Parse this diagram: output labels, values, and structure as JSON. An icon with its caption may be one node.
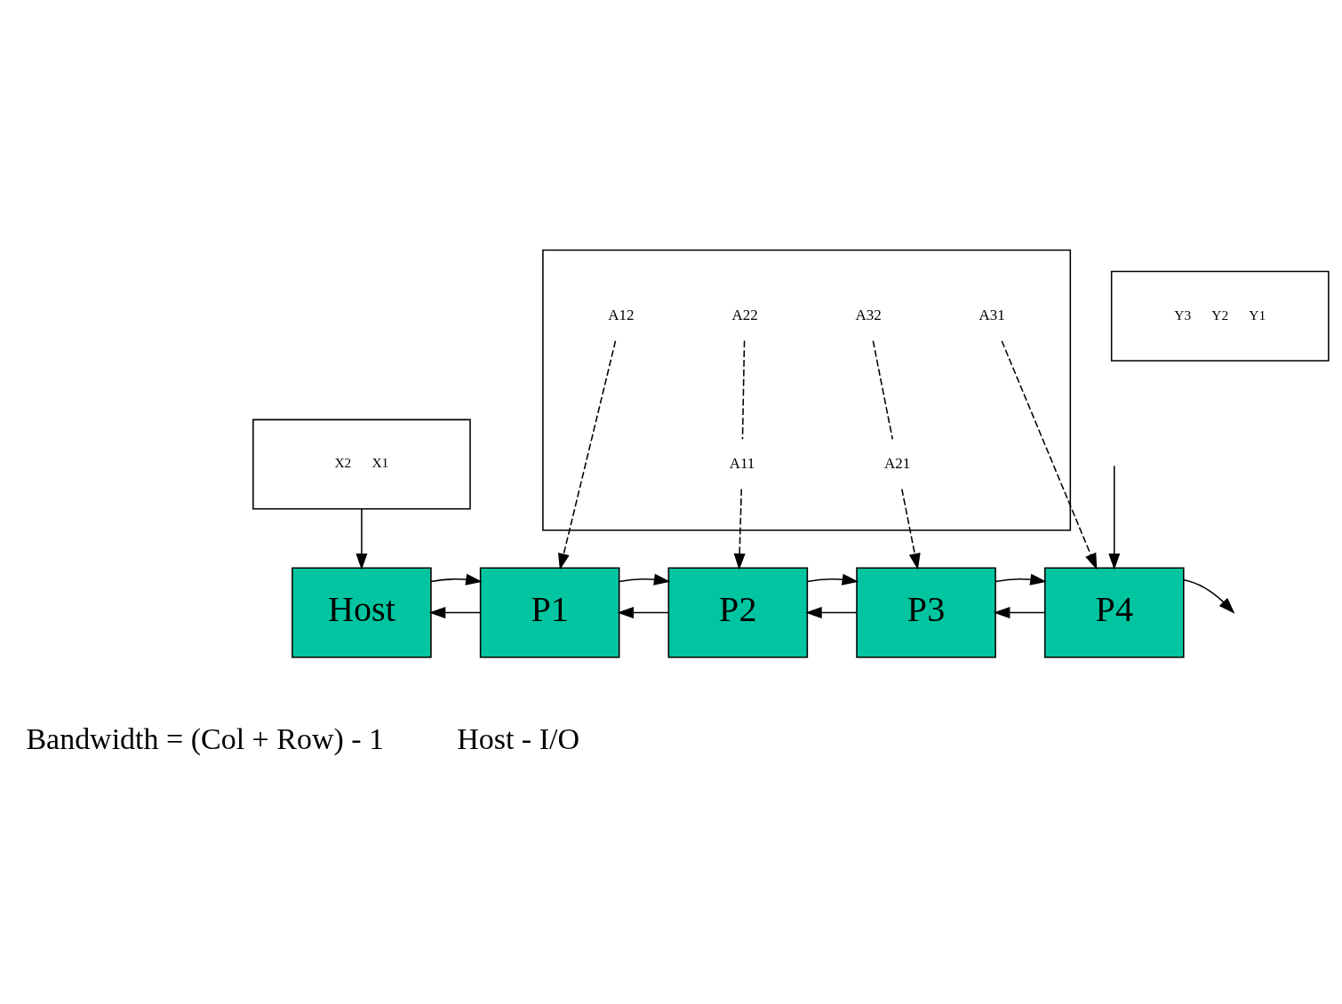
{
  "diagram": {
    "nodes": [
      {
        "text": [],
        "shape": "box"
      },
      {
        "text": [
          "A12"
        ],
        "in": 0
      },
      {
        "text": [
          "A22"
        ],
        "in": 0
      },
      {
        "text": [
          "A11"
        ],
        "in": 0
      },
      {
        "text": [
          "A32"
        ],
        "in": 0
      },
      {
        "text": [
          "A21"
        ],
        "in": 0
      },
      {
        "text": [
          "A31"
        ],
        "in": 0
      },
      {
        "text": [
          "X2",
          "X1"
        ]
      },
      {
        "text": [
          "Host"
        ]
      },
      {
        "text": [
          "P1"
        ]
      },
      {
        "text": [
          "P2"
        ]
      },
      {
        "text": [
          "P3"
        ]
      },
      {
        "text": [
          "P4"
        ]
      },
      {
        "text": [
          "Y3",
          "Y2",
          "Y1"
        ]
      }
    ],
    "edges": [
      {
        "from": 1,
        "to": 9,
        "arrow": "to",
        "style": "dashed"
      },
      {
        "from": 2,
        "to": 3,
        "arrow": "none",
        "style": "dashed"
      },
      {
        "from": 3,
        "to": 10,
        "arrow": "to",
        "style": "dashed"
      },
      {
        "from": 4,
        "to": 5,
        "arrow": "none",
        "style": "dashed"
      },
      {
        "from": 5,
        "to": 11,
        "arrow": "to",
        "style": "dashed"
      },
      {
        "from": 6,
        "to": 12,
        "arrow": "to",
        "style": "dashed"
      },
      {
        "from": 7,
        "to": 8,
        "arrow": "to"
      },
      {
        "from": 9,
        "to": 8,
        "arrow": "to"
      },
      {
        "from": 8,
        "to": 9,
        "arrow": "to"
      },
      {
        "from": 10,
        "to": 9,
        "arrow": "to"
      },
      {
        "from": 9,
        "to": 10,
        "arrow": "to"
      },
      {
        "from": 11,
        "to": 10,
        "arrow": "to"
      },
      {
        "from": 10,
        "to": 11,
        "arrow": "to"
      },
      {
        "from": 12,
        "to": 11,
        "arrow": "to"
      },
      {
        "from": 11,
        "to": 12,
        "arrow": "to"
      },
      {
        "from": null,
        "to": 12,
        "arrow": "to"
      },
      {
        "from": 12,
        "to": null,
        "arrow": "to"
      }
    ],
    "labels": [
      "Bandwidth = (Col + Row) - 1",
      "Host - I/O"
    ]
  }
}
